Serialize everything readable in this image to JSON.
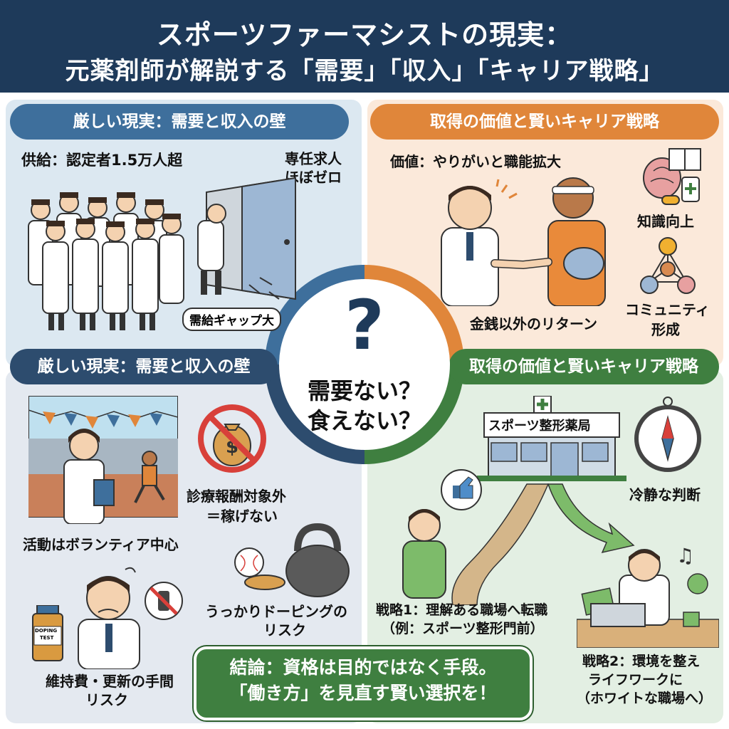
{
  "header": {
    "title_line1": "スポーツファーマシストの現実：",
    "title_line2": "元薬剤師が解説する「需要」「収入」「キャリア戦略」"
  },
  "top_left": {
    "heading": "厳しい現実：需要と収入の壁",
    "supply": "供給：認定者1.5万人超",
    "jobs_line1": "専任求人",
    "jobs_line2": "ほぼゼロ",
    "gap_label": "需給ギャップ大"
  },
  "top_right": {
    "heading": "取得の価値と賢いキャリア戦略",
    "value": "価値：やりがいと職能拡大",
    "knowledge": "知識向上",
    "community_line1": "コミュニティ",
    "community_line2": "形成",
    "return": "金銭以外のリターン"
  },
  "center": {
    "question_mark": "?",
    "line1": "需要ない？",
    "line2": "食えない？"
  },
  "bottom_left": {
    "heading": "厳しい現実：需要と収入の壁",
    "volunteer": "活動はボランティア中心",
    "no_fee_line1": "診療報酬対象外",
    "no_fee_line2": "＝稼げない",
    "doping_line1": "うっかりドーピングの",
    "doping_line2": "リスク",
    "upkeep_line1": "維持費・更新の手間",
    "upkeep_line2": "リスク",
    "bottle_line1": "DOPING",
    "bottle_line2": "TEST"
  },
  "bottom_right": {
    "heading": "取得の価値と賢いキャリア戦略",
    "pharmacy_sign": "スポーツ整形薬局",
    "calm": "冷静な判断",
    "strategy1_line1": "戦略1：理解ある職場へ転職",
    "strategy1_line2": "（例：スポーツ整形門前）",
    "strategy2_line1": "戦略2：環境を整え",
    "strategy2_line2": "ライフワークに",
    "strategy2_line3": "（ホワイトな職場へ）"
  },
  "conclusion": {
    "line1": "結論：資格は目的ではなく手段。",
    "line2": "「働き方」を見直す賢い選択を！"
  },
  "colors": {
    "header": "#1e3a5a",
    "blue_pill": "#3e6f9c",
    "navy_pill": "#2d4c6e",
    "orange_pill": "#e0863a",
    "green_pill": "#3f7f40"
  }
}
